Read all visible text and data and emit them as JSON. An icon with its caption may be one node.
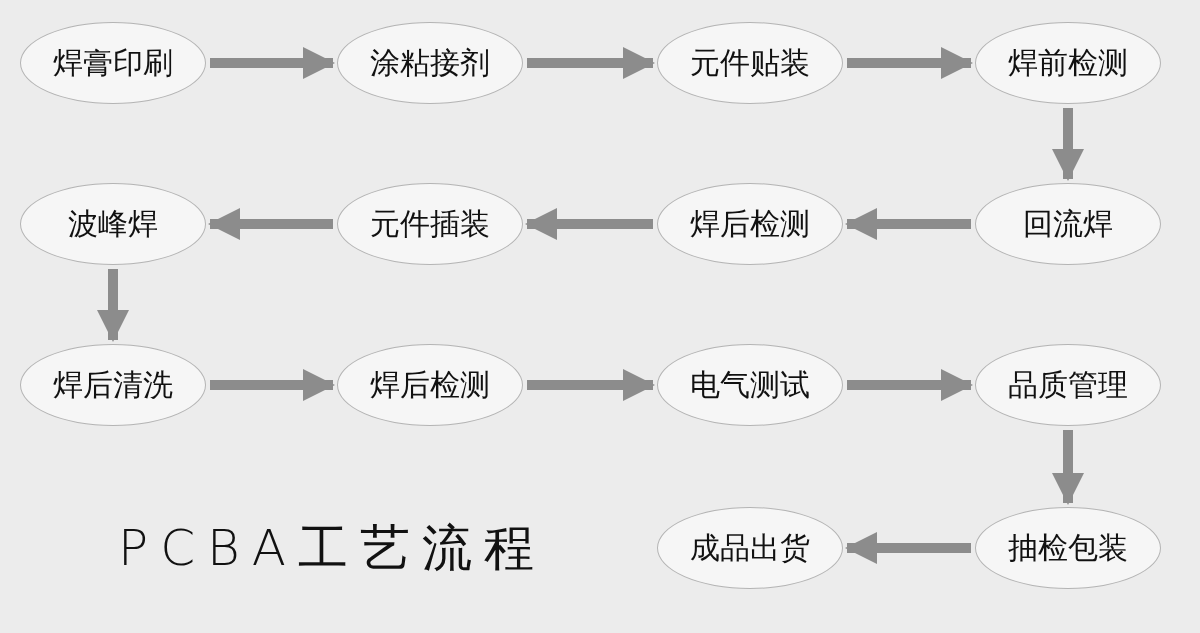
{
  "diagram": {
    "title": "PCBA工艺流程",
    "nodes": [
      {
        "text": [
          "焊膏印刷"
        ]
      },
      {
        "text": [
          "涂粘接剂"
        ]
      },
      {
        "text": [
          "元件贴装"
        ]
      },
      {
        "text": [
          "焊前检测"
        ]
      },
      {
        "text": [
          "回流焊"
        ]
      },
      {
        "text": [
          "焊后检测"
        ]
      },
      {
        "text": [
          "元件插装"
        ]
      },
      {
        "text": [
          "波峰焊"
        ]
      },
      {
        "text": [
          "焊后清洗"
        ]
      },
      {
        "text": [
          "焊后检测"
        ]
      },
      {
        "text": [
          "电气测试"
        ]
      },
      {
        "text": [
          "品质管理"
        ]
      },
      {
        "text": [
          "抽检包装"
        ]
      },
      {
        "text": [
          "成品出货"
        ]
      }
    ],
    "edges": [
      {
        "from": 0,
        "to": 1,
        "arrow": "to"
      },
      {
        "from": 1,
        "to": 2,
        "arrow": "to"
      },
      {
        "from": 2,
        "to": 3,
        "arrow": "to"
      },
      {
        "from": 3,
        "to": 4,
        "arrow": "to"
      },
      {
        "from": 4,
        "to": 5,
        "arrow": "to"
      },
      {
        "from": 5,
        "to": 6,
        "arrow": "to"
      },
      {
        "from": 6,
        "to": 7,
        "arrow": "to"
      },
      {
        "from": 7,
        "to": 8,
        "arrow": "to"
      },
      {
        "from": 8,
        "to": 9,
        "arrow": "to"
      },
      {
        "from": 9,
        "to": 10,
        "arrow": "to"
      },
      {
        "from": 10,
        "to": 11,
        "arrow": "to"
      },
      {
        "from": 11,
        "to": 12,
        "arrow": "to"
      },
      {
        "from": 12,
        "to": 13,
        "arrow": "to"
      }
    ]
  }
}
